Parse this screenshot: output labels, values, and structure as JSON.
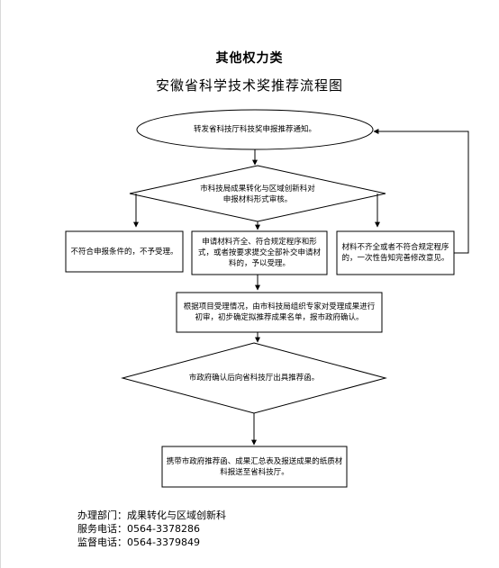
{
  "title": "其他权力类",
  "subtitle": "安徽省科学技术奖推荐流程图",
  "nodes": {
    "start": "转发省科技厅科技奖申报推荐通知。",
    "review_diamond": "市科技局成果转化与区域创新科对申报材料形式审核。",
    "reject": "不符合申报条件的，不予受理。",
    "accept": "申请材料齐全、符合规定程序和形式，或者按要求提交全部补交申请材料的，予以受理。",
    "incomplete": "材料不齐全或者不符合规定程序的，一次性告知完善修改意见。",
    "expert_review": "根据项目受理情况，由市科技局组织专家对受理成果进行初审，初步确定拟推荐成果名单，报市政府确认。",
    "gov_diamond": "市政府确认后向省科技厅出具推荐函。",
    "submit": "携带市政府推荐函、成果汇总表及报送成果的纸质材料报送至省科技厅。"
  },
  "footer": {
    "dept": "办理部门：成果转化与区域创新科",
    "service_phone": "服务电话：0564-3378286",
    "supervise_phone": "监督电话：0564-3379849"
  }
}
